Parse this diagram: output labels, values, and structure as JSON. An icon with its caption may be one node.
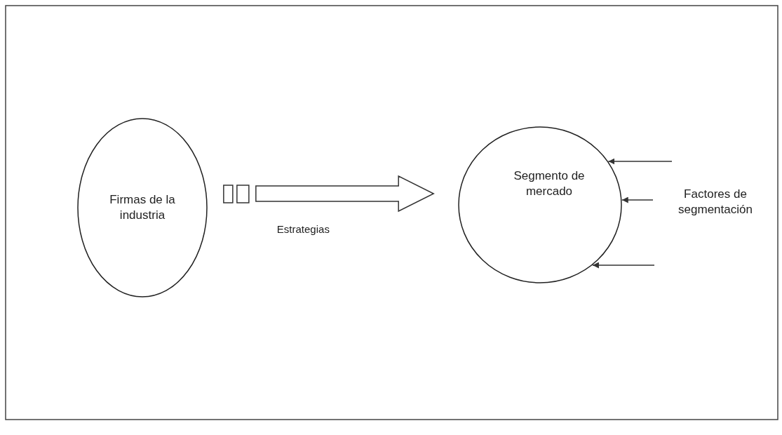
{
  "diagram": {
    "nodes": [
      {
        "text": [
          "Firmas de la industria"
        ]
      },
      {
        "text": [
          "Segmento de mercado"
        ]
      },
      {
        "text": [
          "Factores de segmentación"
        ]
      }
    ],
    "edges": [
      {
        "from": 0,
        "to": 1,
        "arrow": "to",
        "label": "Estrategias",
        "style": "thick"
      },
      {
        "from": null,
        "to": 1,
        "arrow": "to"
      },
      {
        "from": 2,
        "to": 1,
        "arrow": "to"
      },
      {
        "from": null,
        "to": 1,
        "arrow": "to"
      }
    ]
  }
}
